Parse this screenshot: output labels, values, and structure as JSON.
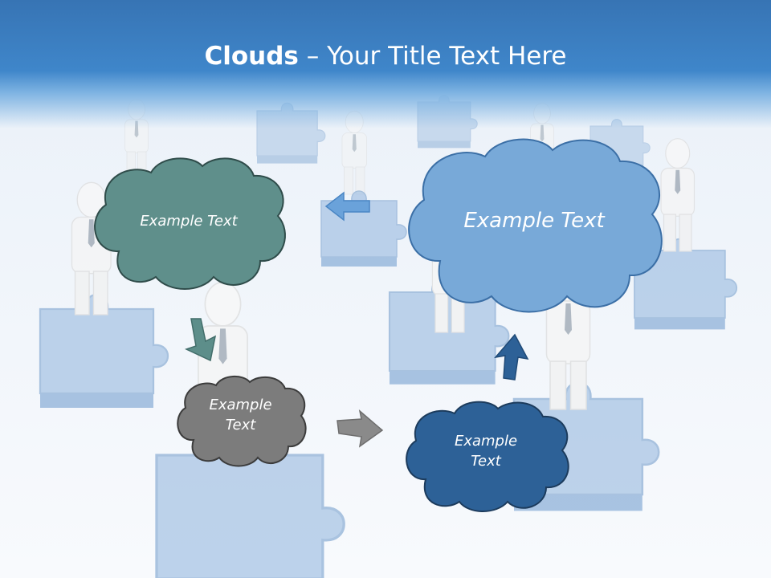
{
  "slide": {
    "title_bold": "Clouds",
    "title_sep": " – ",
    "title_rest": "Your Title Text Here"
  },
  "clouds": [
    {
      "id": "teal",
      "text": "Example Text",
      "color": "#5f8f8b"
    },
    {
      "id": "sky",
      "text": "Example Text",
      "color": "#78a9d8"
    },
    {
      "id": "gray",
      "line1": "Example",
      "line2": "Text",
      "color": "#7c7c7c"
    },
    {
      "id": "navy",
      "line1": "Example",
      "line2": "Text",
      "color": "#2d6197"
    }
  ],
  "colors": {
    "title_band": "#3f86ca",
    "arrow_left": "#6aa2da",
    "arrow_down": "#5d8e8a",
    "arrow_right": "#8a8a8a",
    "arrow_up": "#2d6197",
    "puzzle": "#a6c3e2"
  },
  "icons": [
    "puzzle-piece-icon",
    "businessman-figure-icon",
    "arrow-left-icon",
    "arrow-down-icon",
    "arrow-right-icon",
    "arrow-up-icon"
  ]
}
